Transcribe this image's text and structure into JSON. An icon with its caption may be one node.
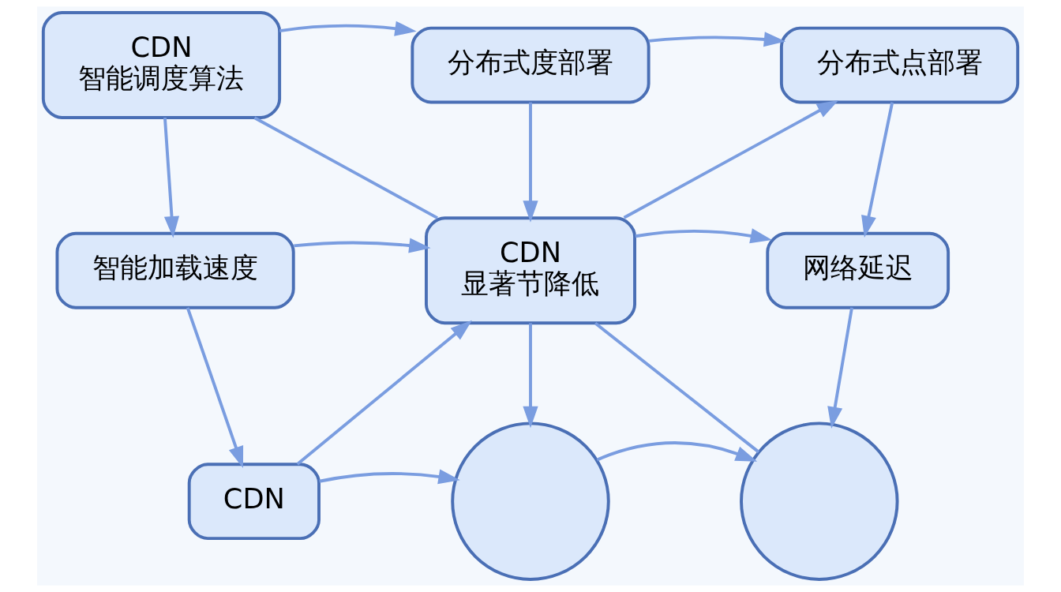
{
  "diagram": {
    "nodes": [
      {
        "text": [
          "CDN",
          "智能调度算法"
        ]
      },
      {
        "text": [
          "分布式度部署"
        ]
      },
      {
        "text": [
          "分布式点部署"
        ]
      },
      {
        "text": [
          "智能加载速度"
        ]
      },
      {
        "text": [
          "CDN",
          "显著节降低"
        ]
      },
      {
        "text": [
          "网络延迟"
        ]
      },
      {
        "text": [
          "CDN"
        ]
      },
      {
        "text": [],
        "shape": "circle"
      },
      {
        "text": [],
        "shape": "circle"
      }
    ],
    "edges": [
      {
        "from": 0,
        "to": 1,
        "arrow": "to"
      },
      {
        "from": 1,
        "to": 2,
        "arrow": "to"
      },
      {
        "from": 0,
        "to": 3,
        "arrow": "to"
      },
      {
        "from": 0,
        "to": 4,
        "arrow": "none"
      },
      {
        "from": 1,
        "to": 4,
        "arrow": "to"
      },
      {
        "from": 4,
        "to": 2,
        "arrow": "to"
      },
      {
        "from": 2,
        "to": 5,
        "arrow": "to"
      },
      {
        "from": 3,
        "to": 4,
        "arrow": "to"
      },
      {
        "from": 4,
        "to": 5,
        "arrow": "to"
      },
      {
        "from": 3,
        "to": 6,
        "arrow": "to"
      },
      {
        "from": 6,
        "to": 4,
        "arrow": "to"
      },
      {
        "from": 4,
        "to": 7,
        "arrow": "to"
      },
      {
        "from": 4,
        "to": 8,
        "arrow": "none"
      },
      {
        "from": 5,
        "to": 8,
        "arrow": "to"
      },
      {
        "from": 6,
        "to": 7,
        "arrow": "to"
      },
      {
        "from": 7,
        "to": 8,
        "arrow": "to"
      }
    ]
  }
}
